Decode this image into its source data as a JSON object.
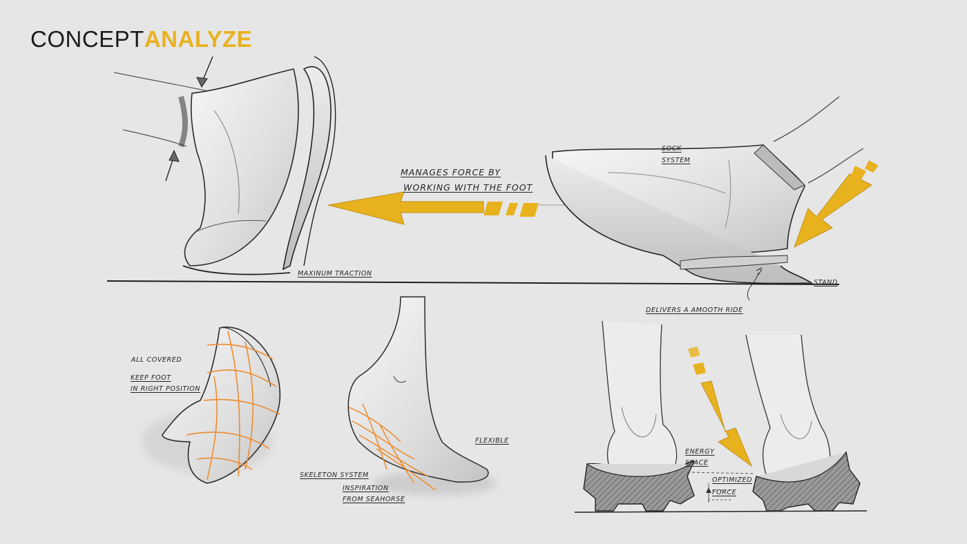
{
  "title": {
    "prefix": "CONCEPT",
    "accent": "ANALYZE"
  },
  "colors": {
    "accent": "#e8b21f",
    "skeleton": "#ee8a2a",
    "background": "#e6e6e6",
    "ink": "#222222"
  },
  "labels": {
    "manages_line1": "MANAGES FORCE BY",
    "manages_line2": "WORKING WITH THE FOOT",
    "maximum_traction": "MAXINUM TRACTION",
    "sock": "SOCK",
    "system": "SYSTEM",
    "stand": "STAND",
    "delivers": "DELIVERS A AMOOTH RIDE",
    "all_covered": "ALL COVERED",
    "keep_foot": "KEEP FOOT",
    "right_position": "IN RIGHT POSITION",
    "flexible": "FLEXIBLE",
    "skeleton_system": "SKELETON SYSTEM",
    "inspiration": "INSPIRATION",
    "from_seahorse": "FROM SEAHORSE",
    "energy": "ENERGY",
    "space": "SPACE",
    "optimized": "OPTIMIZED",
    "force": "FORCE"
  }
}
